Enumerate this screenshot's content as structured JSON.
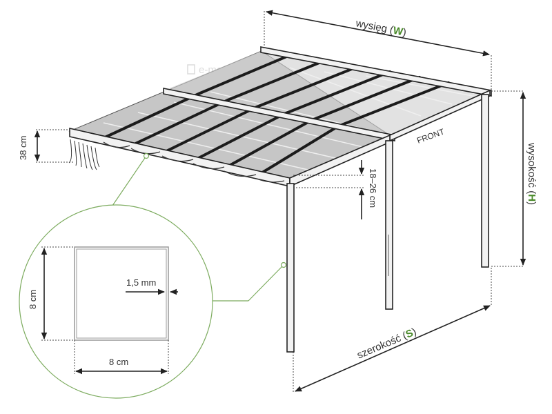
{
  "watermark": "e-markizy.pl",
  "front_label": "FRONT",
  "colors": {
    "frame": "#222222",
    "frame_fill": "#f4f4f4",
    "panel": "#c8c8c8",
    "accent": "#4a8a2a",
    "callout": "#7cab5e",
    "guide": "#444444"
  },
  "dimensions": {
    "width": {
      "label": "szerokość",
      "letter": "S"
    },
    "projection": {
      "label": "wysięg",
      "letter": "W"
    },
    "height": {
      "label": "wysokość",
      "letter": "H"
    },
    "fabric_drop": "38 cm",
    "beam_gap": "18–26 cm"
  },
  "profile_detail": {
    "height": "8 cm",
    "width": "8 cm",
    "wall": "1,5 mm"
  }
}
